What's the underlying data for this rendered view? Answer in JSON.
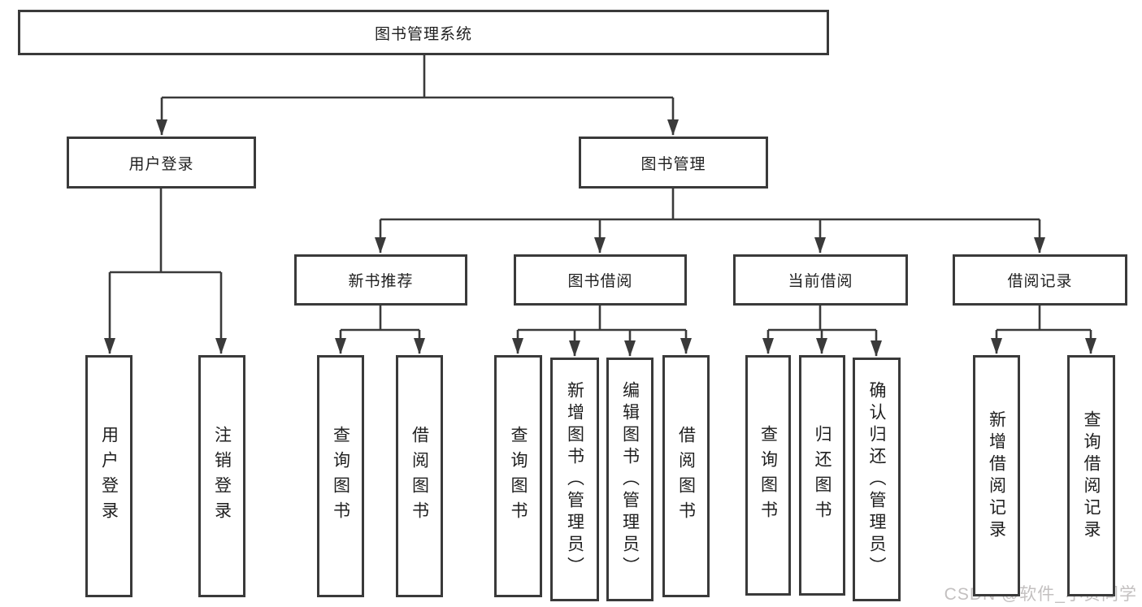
{
  "watermark": "CSDN @软件_小贺同学",
  "colors": {
    "line": "#3a3a3a",
    "text": "#1f1f1f",
    "watermark": "#c3c0c0",
    "background": "#ffffff"
  },
  "tree": {
    "label": "图书管理系统",
    "children": [
      {
        "label": "用户登录",
        "children": [
          {
            "label": "用户登录"
          },
          {
            "label": "注销登录"
          }
        ]
      },
      {
        "label": "图书管理",
        "children": [
          {
            "label": "新书推荐",
            "children": [
              {
                "label": "查询图书"
              },
              {
                "label": "借阅图书"
              }
            ]
          },
          {
            "label": "图书借阅",
            "children": [
              {
                "label": "查询图书"
              },
              {
                "label": "新增图书（管理员）"
              },
              {
                "label": "编辑图书（管理员）"
              },
              {
                "label": "借阅图书"
              }
            ]
          },
          {
            "label": "当前借阅",
            "children": [
              {
                "label": "查询图书"
              },
              {
                "label": "归还图书"
              },
              {
                "label": "确认归还（管理员）"
              }
            ]
          },
          {
            "label": "借阅记录",
            "children": [
              {
                "label": "新增借阅记录"
              },
              {
                "label": "查询借阅记录"
              }
            ]
          }
        ]
      }
    ]
  }
}
